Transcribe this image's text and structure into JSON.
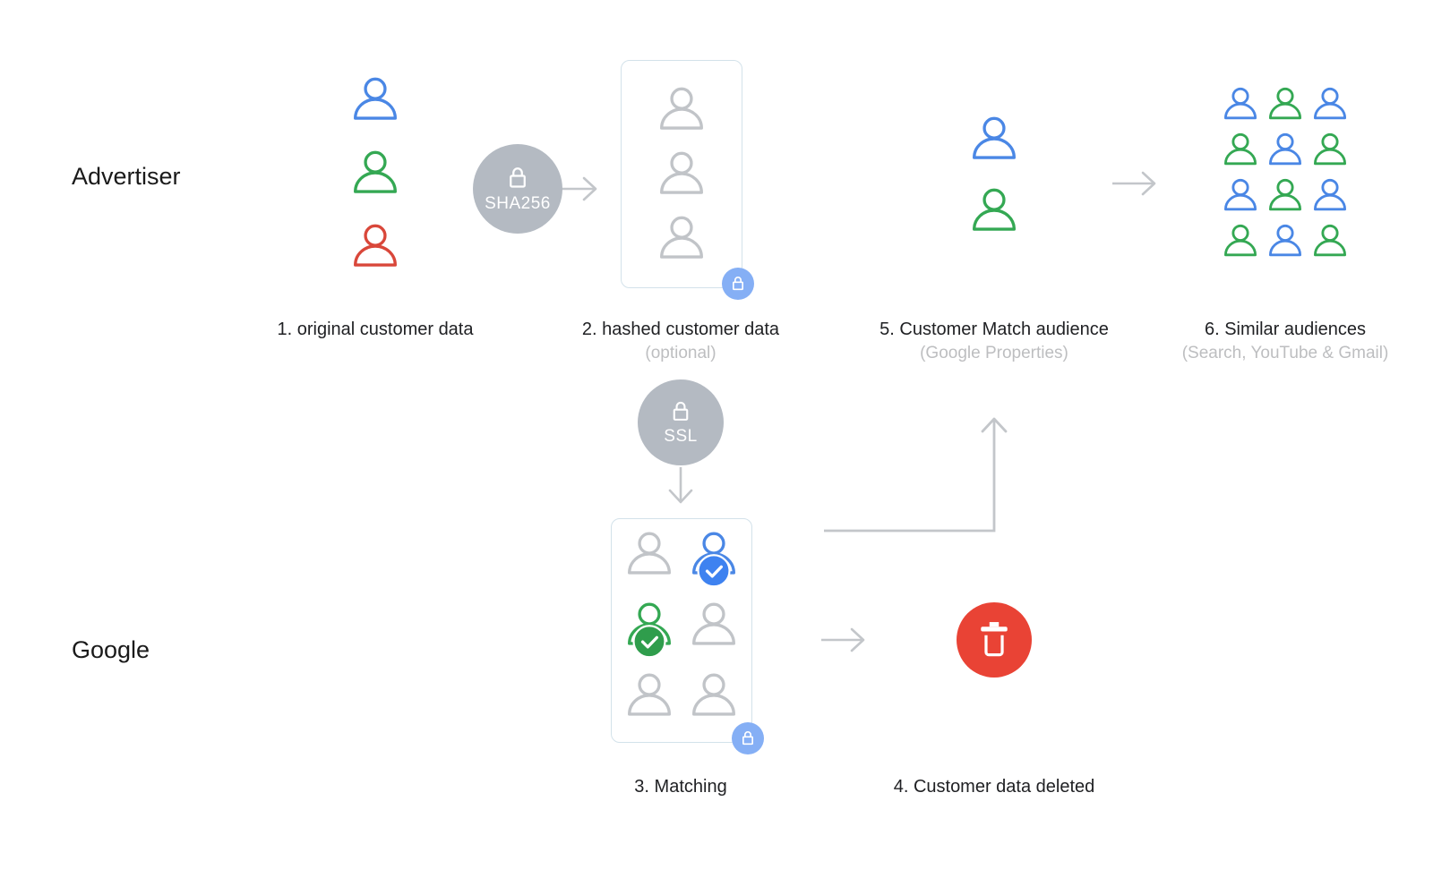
{
  "row_labels": {
    "advertiser": "Advertiser",
    "google": "Google"
  },
  "encryption_badges": {
    "sha256": "SHA256",
    "ssl": "SSL"
  },
  "steps": [
    {
      "label": "1. original customer data",
      "sublabel": ""
    },
    {
      "label": "2. hashed customer data",
      "sublabel": "(optional)"
    },
    {
      "label": "3. Matching",
      "sublabel": ""
    },
    {
      "label": "4. Customer data deleted",
      "sublabel": ""
    },
    {
      "label": "5. Customer Match audience",
      "sublabel": "(Google Properties)"
    },
    {
      "label": "6. Similar audiences",
      "sublabel": "(Search, YouTube & Gmail)"
    }
  ],
  "palette": {
    "blue": "#4a87e5",
    "green": "#34a853",
    "red": "#d9473a",
    "gray": "#c1c4c8",
    "check_blue": "#3e82f0",
    "check_green": "#2f9d4c",
    "badge_blue": "#85aff5",
    "circle_gray": "#b4bac2",
    "trash_red": "#e94335",
    "arrow": "#c3c6ca",
    "frame_border": "#d3e2ea",
    "label_dark": "#202124",
    "label_muted": "#bdbec0"
  },
  "groups": {
    "original": {
      "people": [
        {
          "color": "blue"
        },
        {
          "color": "green"
        },
        {
          "color": "red"
        }
      ]
    },
    "hashed": {
      "locked": true,
      "people": [
        {
          "color": "gray"
        },
        {
          "color": "gray"
        },
        {
          "color": "gray"
        }
      ]
    },
    "matching": {
      "locked": true,
      "people": [
        {
          "color": "gray"
        },
        {
          "color": "blue",
          "checked": true
        },
        {
          "color": "green",
          "checked": true
        },
        {
          "color": "gray"
        },
        {
          "color": "gray"
        },
        {
          "color": "gray"
        }
      ]
    },
    "customer_match": {
      "people": [
        {
          "color": "blue"
        },
        {
          "color": "green"
        }
      ]
    },
    "similar": {
      "people": [
        {
          "color": "blue"
        },
        {
          "color": "green"
        },
        {
          "color": "blue"
        },
        {
          "color": "green"
        },
        {
          "color": "blue"
        },
        {
          "color": "green"
        },
        {
          "color": "blue"
        },
        {
          "color": "green"
        },
        {
          "color": "blue"
        },
        {
          "color": "green"
        },
        {
          "color": "blue"
        },
        {
          "color": "green"
        }
      ]
    }
  }
}
